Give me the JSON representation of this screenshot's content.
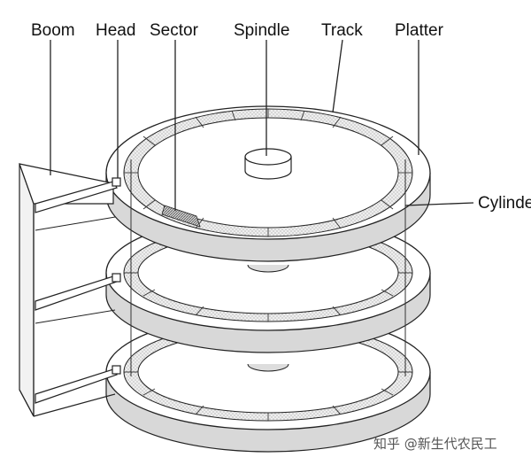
{
  "labels": {
    "boom": "Boom",
    "head": "Head",
    "sector": "Sector",
    "spindle": "Spindle",
    "track": "Track",
    "platter": "Platter",
    "cylinder": "Cylinde"
  },
  "watermark": "知乎 @新生代农民工"
}
